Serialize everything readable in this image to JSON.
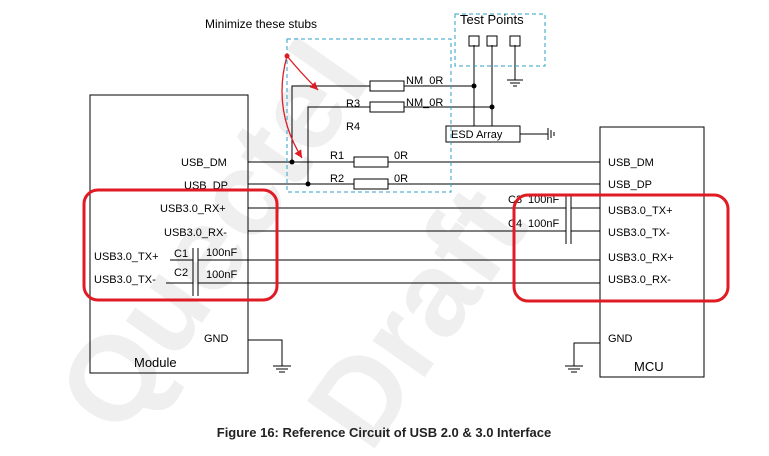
{
  "annotation": {
    "stub_note": "Minimize these stubs"
  },
  "test_points": {
    "label": "Test Points"
  },
  "esd": {
    "label": "ESD Array"
  },
  "module": {
    "title": "Module",
    "pins": {
      "usb_dm": "USB_DM",
      "usb_dp": "USB_DP",
      "rx_p": "USB3.0_RX+",
      "rx_n": "USB3.0_RX-",
      "tx_p": "USB3.0_TX+",
      "tx_n": "USB3.0_TX-",
      "gnd": "GND"
    }
  },
  "mcu": {
    "title": "MCU",
    "pins": {
      "usb_dm": "USB_DM",
      "usb_dp": "USB_DP",
      "tx_p": "USB3.0_TX+",
      "tx_n": "USB3.0_TX-",
      "rx_p": "USB3.0_RX+",
      "rx_n": "USB3.0_RX-",
      "gnd": "GND"
    }
  },
  "components": {
    "r1": {
      "ref": "R1",
      "value": "0R"
    },
    "r2": {
      "ref": "R2",
      "value": "0R"
    },
    "r3": {
      "ref": "R3",
      "value": "NM_0R"
    },
    "r4": {
      "ref": "R4",
      "value": "NM_0R"
    },
    "c1": {
      "ref": "C1",
      "value": "100nF"
    },
    "c2": {
      "ref": "C2",
      "value": "100nF"
    },
    "c3": {
      "ref": "C3",
      "value": "100nF"
    },
    "c4": {
      "ref": "C4",
      "value": "100nF"
    }
  },
  "watermark": {
    "line1": "Quectel",
    "line2": "Draft"
  },
  "caption": "Figure 16: Reference Circuit of USB 2.0 & 3.0 Interface"
}
